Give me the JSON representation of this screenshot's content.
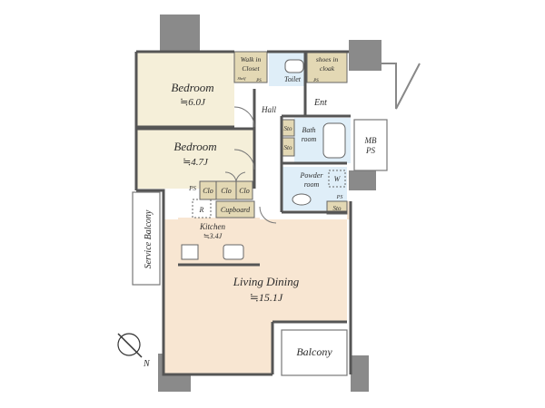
{
  "rooms": {
    "bedroom1": {
      "label": "Bedroom",
      "size": "≒6.0J"
    },
    "bedroom2": {
      "label": "Bedroom",
      "size": "≒4.7J"
    },
    "kitchen": {
      "label": "Kitchen",
      "size": "≒3.4J"
    },
    "living": {
      "label": "Living Dining",
      "size": "≒15.1J"
    },
    "hall": "Hall",
    "ent": "Ent",
    "toilet": "Toilet",
    "bathroom": {
      "line1": "Bath",
      "line2": "room"
    },
    "powder": {
      "line1": "Powder",
      "line2": "room"
    },
    "balcony": "Balcony",
    "service_balcony": "Service Balcony",
    "mbps": {
      "line1": "MB",
      "line2": "PS"
    }
  },
  "storage": {
    "walkin": {
      "line1": "Walk in",
      "line2": "Closet"
    },
    "shoes": {
      "line1": "shoes in",
      "line2": "cloak"
    },
    "clo_a": "Clo",
    "clo_b": "Clo",
    "clo_c": "Clo",
    "cupboard": "Cupboard",
    "sto_a": "Sto",
    "sto_b": "Sto",
    "sto_c": "Sto",
    "ps_a": "PS",
    "ps_b": "PS",
    "ps_c": "PS",
    "ps_d": "PS",
    "shelf": "Shelf",
    "refrigerator": "R",
    "washer": "W"
  },
  "compass": {
    "north": "N"
  },
  "colors": {
    "wall": "#8a8a8a",
    "bedroom": "#f5efd9",
    "living": "#f8e6d2",
    "wet": "#dfeef8",
    "storage": "#e3d8b4",
    "floor": "#ffffff"
  }
}
